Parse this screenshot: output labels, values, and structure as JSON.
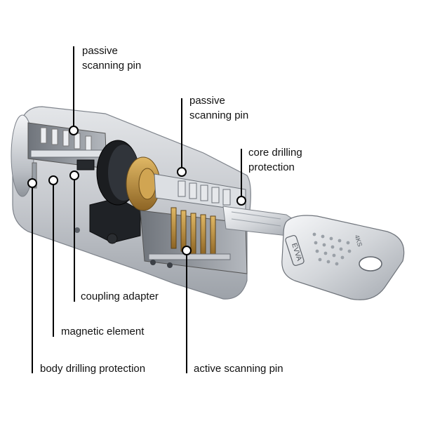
{
  "labels": {
    "passive_pin_top": [
      "passive",
      "scanning pin"
    ],
    "passive_pin_mid": [
      "passive",
      "scanning pin"
    ],
    "core_drilling": [
      "core drilling",
      "protection"
    ],
    "coupling_adapter": "coupling adapter",
    "magnetic_element": "magnetic element",
    "body_drilling": "body drilling protection",
    "active_pin": "active scanning pin"
  },
  "key_brand_text": "EVVA",
  "key_code_text": "4KS",
  "colors": {
    "leader_line": "#000000",
    "marker_fill": "#ffffff",
    "metal_light": "#e9ebee",
    "metal_dark": "#8a8f96",
    "brass": "#b98a3a"
  }
}
